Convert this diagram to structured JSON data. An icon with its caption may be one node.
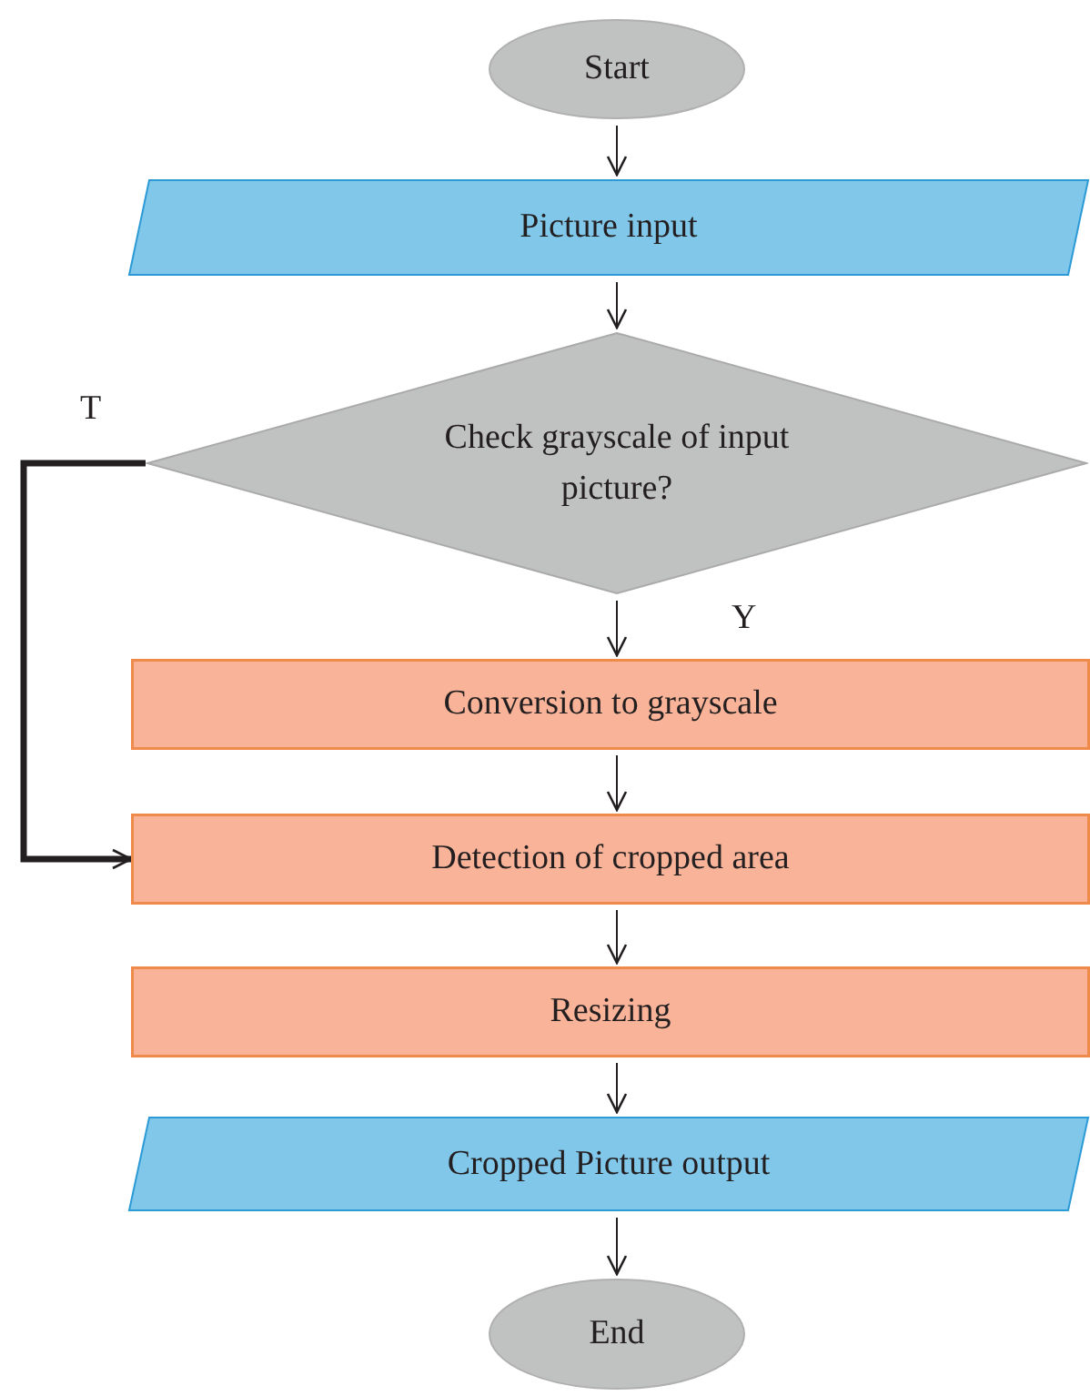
{
  "diagram": {
    "nodes": [
      {
        "text": [
          "Start"
        ]
      },
      {
        "text": [
          "Picture input"
        ]
      },
      {
        "text": [
          "Check grayscale of input picture?"
        ]
      },
      {
        "text": [
          "Conversion to grayscale"
        ]
      },
      {
        "text": [
          "Detection of cropped area"
        ]
      },
      {
        "text": [
          "Resizing"
        ]
      },
      {
        "text": [
          "Cropped Picture output"
        ]
      },
      {
        "text": [
          "End"
        ]
      }
    ],
    "edges": [
      {
        "from": 0,
        "to": 1,
        "arrow": "to"
      },
      {
        "from": 1,
        "to": 2,
        "arrow": "to"
      },
      {
        "from": 2,
        "to": 3,
        "arrow": "to",
        "label": "Y"
      },
      {
        "from": 2,
        "to": 4,
        "arrow": "to",
        "label": "T",
        "style": "thick"
      },
      {
        "from": 3,
        "to": 4,
        "arrow": "to"
      },
      {
        "from": 4,
        "to": 5,
        "arrow": "to"
      },
      {
        "from": 5,
        "to": 6,
        "arrow": "to"
      },
      {
        "from": 6,
        "to": 7,
        "arrow": "to"
      }
    ]
  }
}
